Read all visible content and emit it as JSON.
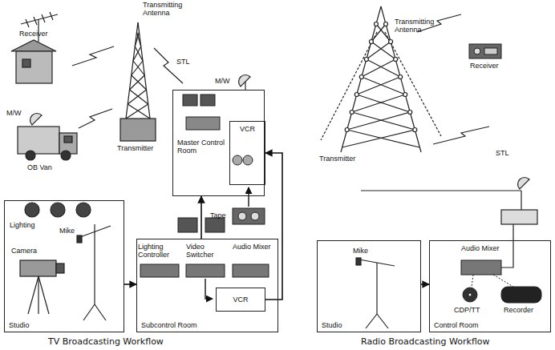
{
  "diagram": {
    "nodes": [
      {
        "text": [
          "Master Control Room"
        ]
      },
      {
        "text": [
          "VCR"
        ],
        "in": 0
      },
      {
        "text": [
          "Studio"
        ]
      },
      {
        "text": [
          "Subcontrol Room"
        ]
      },
      {
        "text": [
          "VCR"
        ],
        "in": 3
      },
      {
        "text": [
          "Studio"
        ]
      },
      {
        "text": [
          "Control Room"
        ]
      }
    ],
    "edges": [
      {
        "from": 2,
        "to": 3,
        "arrow": "to"
      },
      {
        "from": 3,
        "to": 0,
        "arrow": "to"
      },
      {
        "from": 4,
        "to": 1,
        "arrow": "to"
      },
      {
        "from": 5,
        "to": 6,
        "arrow": "to"
      }
    ],
    "labels": [
      "Transmitting Antenna",
      "Receiver",
      "STL",
      "M/W",
      "Transmitter",
      "M/W",
      "OB Van",
      "Tape",
      "Lighting",
      "Mike",
      "Camera",
      "Lighting Controller",
      "Video Switcher",
      "Audio Mixer",
      "TV Broadcasting Workflow",
      "Transmitting Antenna",
      "Receiver",
      "Transmitter",
      "STL",
      "Mike",
      "Audio Mixer",
      "CDP/TT",
      "Recorder",
      "Radio Broadcasting Workflow"
    ]
  }
}
